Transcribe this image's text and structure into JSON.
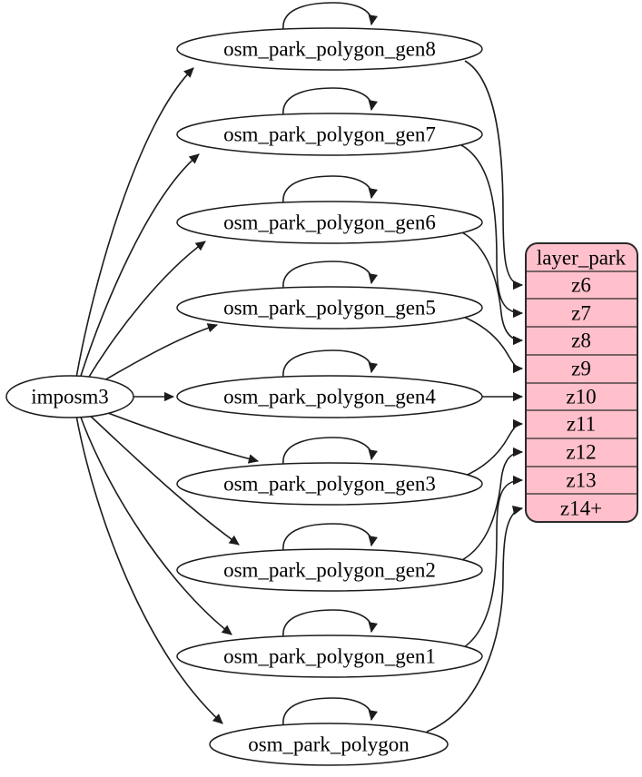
{
  "diagram": {
    "kind": "dependency-graph",
    "colors": {
      "table_fill": "#ffc0cb",
      "line": "#1c1c1c",
      "text": "#000000",
      "background": "#ffffff"
    },
    "imposm_node": {
      "label": "imposm3"
    },
    "table_nodes": [
      {
        "label": "osm_park_polygon_gen8",
        "source": "imposm3",
        "self_loop": true,
        "maps_to": "z6"
      },
      {
        "label": "osm_park_polygon_gen7",
        "source": "imposm3",
        "self_loop": true,
        "maps_to": "z7"
      },
      {
        "label": "osm_park_polygon_gen6",
        "source": "imposm3",
        "self_loop": true,
        "maps_to": "z8"
      },
      {
        "label": "osm_park_polygon_gen5",
        "source": "imposm3",
        "self_loop": true,
        "maps_to": "z9"
      },
      {
        "label": "osm_park_polygon_gen4",
        "source": "imposm3",
        "self_loop": true,
        "maps_to": "z10"
      },
      {
        "label": "osm_park_polygon_gen3",
        "source": "imposm3",
        "self_loop": true,
        "maps_to": "z11"
      },
      {
        "label": "osm_park_polygon_gen2",
        "source": "imposm3",
        "self_loop": true,
        "maps_to": "z12"
      },
      {
        "label": "osm_park_polygon_gen1",
        "source": "imposm3",
        "self_loop": true,
        "maps_to": "z13"
      },
      {
        "label": "osm_park_polygon",
        "source": "imposm3",
        "self_loop": true,
        "maps_to": "z14+"
      }
    ],
    "layer_table": {
      "title": "layer_park",
      "rows": [
        "z6",
        "z7",
        "z8",
        "z9",
        "z10",
        "z11",
        "z12",
        "z13",
        "z14+"
      ]
    }
  }
}
